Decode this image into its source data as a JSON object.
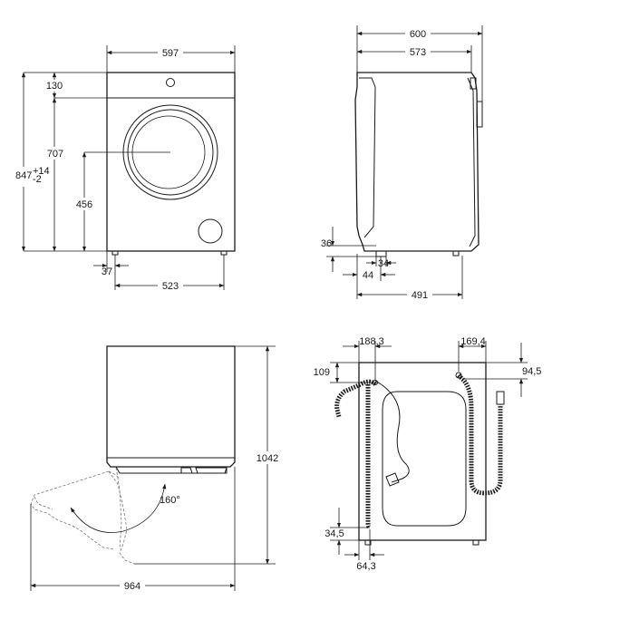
{
  "front": {
    "width": "597",
    "height_total": "847",
    "height_total_tol_plus": "+14",
    "height_total_tol_minus": "-2",
    "top_panel": "130",
    "door_top": "707",
    "door_center": "456",
    "foot_offset": "37",
    "feet_spacing": "523"
  },
  "side": {
    "depth_overall": "600",
    "depth_top": "573",
    "foot_height": "36",
    "foot_width": "34",
    "foot_offset": "44",
    "feet_depth": "491"
  },
  "door": {
    "depth_open": "1042",
    "width_open": "964",
    "angle": "160°"
  },
  "rear": {
    "left_hose_offset": "188,3",
    "right_hose_offset": "169,4",
    "top_left": "109",
    "top_right": "94,5",
    "bottom_height": "34,5",
    "bottom_offset": "64,3"
  }
}
